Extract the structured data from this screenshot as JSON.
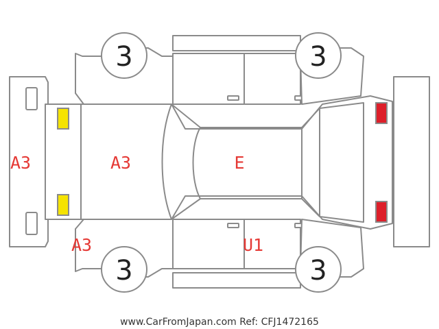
{
  "colors": {
    "damage_text": "#e53935",
    "front_light": "#f5e300",
    "rear_light": "#dd1f2a",
    "outline": "#8a8a8a"
  },
  "wheels": {
    "top_left": "3",
    "top_right": "3",
    "bottom_left": "3",
    "bottom_right": "3"
  },
  "damage_codes": {
    "front_bumper": "A3",
    "hood": "A3",
    "front_left_corner": "A3",
    "roof": "E",
    "left_side": "U1"
  },
  "footer": "www.CarFromJapan.com Ref: CFJ1472165"
}
